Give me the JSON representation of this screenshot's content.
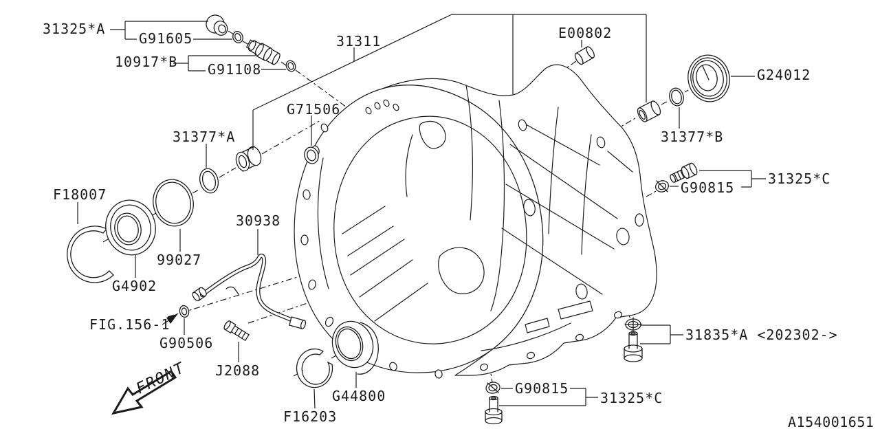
{
  "diagram": {
    "description": "Automatic transmission case exploded parts diagram",
    "colors": {
      "ink": "#1b1b1b",
      "background": "#ffffff"
    },
    "doc_code": "A154001651",
    "front_indicator": "FRONT",
    "figure_reference": "FIG.156-1"
  },
  "labels": {
    "plug_a": "31325*A",
    "g91605": "G91605",
    "sensor_b": "10917*B",
    "g91108": "G91108",
    "case31311": "31311",
    "g71506": "G71506",
    "bushing_a": "31377*A",
    "e00802": "E00802",
    "g24012": "G24012",
    "bushing_b": "31377*B",
    "bolt_c_top": "31325*C",
    "g90815_top": "G90815",
    "drain_a": "31835*A <202302->",
    "g90815_bottom": "G90815",
    "bolt_c_bottom": "31325*C",
    "f18007": "F18007",
    "g4902": "G4902",
    "o99027": "99027",
    "harness": "30938",
    "fig_ref": "FIG.156-1",
    "g90506": "G90506",
    "j2088": "J2088",
    "f16203": "F16203",
    "g44800": "G44800",
    "front": "FRONT",
    "doc_code": "A154001651"
  }
}
